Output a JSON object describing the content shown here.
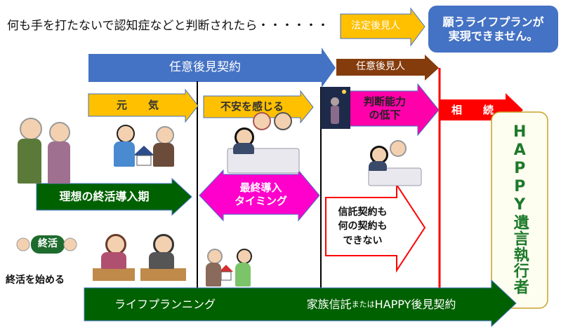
{
  "intro_text": "何も手を打たないで認知症などと判断されたら・・・・・・",
  "statutory_guardian": "法定後見人",
  "warning_box": {
    "line1": "願うライフプランが",
    "line2": "実現できません。"
  },
  "voluntary_contract": "任意後見契約",
  "voluntary_guardian": "任意後見人",
  "stages": {
    "healthy": "元　　気",
    "anxious": "不安を感じる",
    "decline": {
      "line1": "判断能力",
      "line2": "の低下"
    },
    "inheritance": "相　　続"
  },
  "ideal_period": "理想の終活導入期",
  "final_timing": {
    "line1": "最終導入",
    "line2": "タイミング"
  },
  "no_contract": {
    "line1": "信託契約も",
    "line2": "何の契約も",
    "line3": "できない"
  },
  "start_shukatsu": "終活を始める",
  "shukatsu_badge": "終活",
  "bottom_arrow": {
    "left": "ライフプランニング",
    "right_a": "家族信託",
    "right_small": "または",
    "right_b": "HAPPY後見契約"
  },
  "executor": "HAPPY遺言執行者",
  "colors": {
    "blue": "#4472c4",
    "yellow": "#ffc000",
    "brown": "#843c0c",
    "pink": "#ff00cc",
    "red": "#ff0000",
    "green": "#006100",
    "cream": "#fdfdf0"
  }
}
